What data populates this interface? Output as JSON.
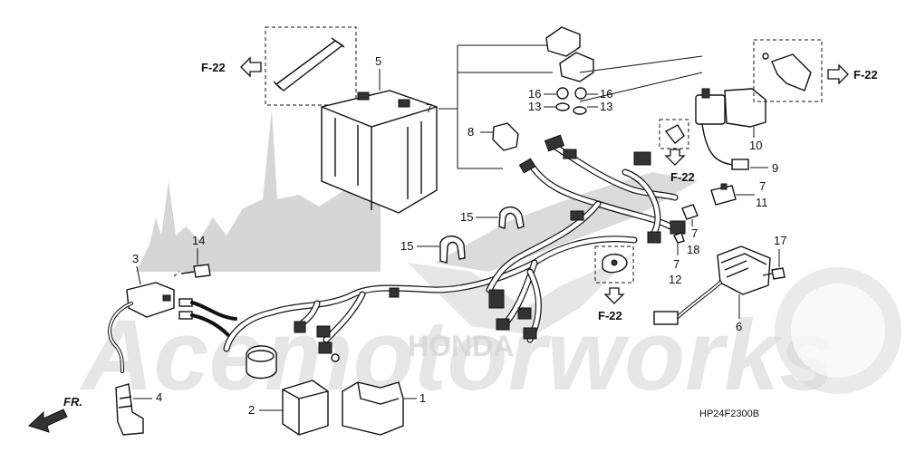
{
  "diagram": {
    "code": "HP24F2300B",
    "front_label": "FR.",
    "brand_watermark": "HONDA",
    "site_watermark": "Acemotorworks",
    "ref_left": "F-22",
    "ref_right": "F-22",
    "ref_mid": "F-22",
    "ref_bottom": "F-22",
    "callouts": {
      "c1": "1",
      "c2": "2",
      "c3": "3",
      "c4": "4",
      "c5": "5",
      "c6": "6",
      "c7a": "7",
      "c7b": "7",
      "c7c": "7",
      "c7d": "7",
      "c8": "8",
      "c9": "9",
      "c10": "10",
      "c11": "11",
      "c12": "12",
      "c13a": "13",
      "c13b": "13",
      "c14": "14",
      "c15a": "15",
      "c15b": "15",
      "c16a": "16",
      "c16b": "16",
      "c17": "17",
      "c18": "18"
    }
  }
}
